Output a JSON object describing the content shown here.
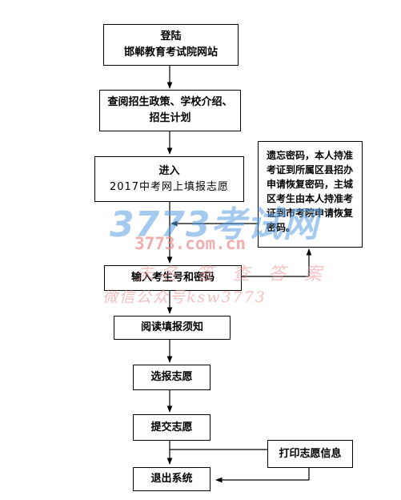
{
  "steps": {
    "login": {
      "line1": "登陆",
      "line2": "邯郸教育考试院网站"
    },
    "policy": {
      "line1": "查阅招生政策、学校介绍、",
      "line2": "招生计划"
    },
    "enter": {
      "line1": "进入",
      "line2": "2017中考网上填报志愿"
    },
    "input": {
      "label": "输入考生号和密码"
    },
    "read": {
      "label": "阅读填报须知"
    },
    "choose": {
      "label": "选报志愿"
    },
    "submit": {
      "label": "提交志愿"
    },
    "print": {
      "label": "打印志愿信息"
    },
    "exit": {
      "label": "退出系统"
    }
  },
  "note": {
    "lines": [
      "遗忘密码，本人持准",
      "考证到所属区县招办",
      "申请恢复密码，主城",
      "区考生由本人持准考",
      "证到市考院申请恢复",
      "密码。"
    ]
  },
  "watermark": {
    "logo": "3773考试网",
    "url": "3773.com.cn",
    "line1": "未名 答 查 答 案",
    "line2": "微信公众号ksw3773"
  }
}
